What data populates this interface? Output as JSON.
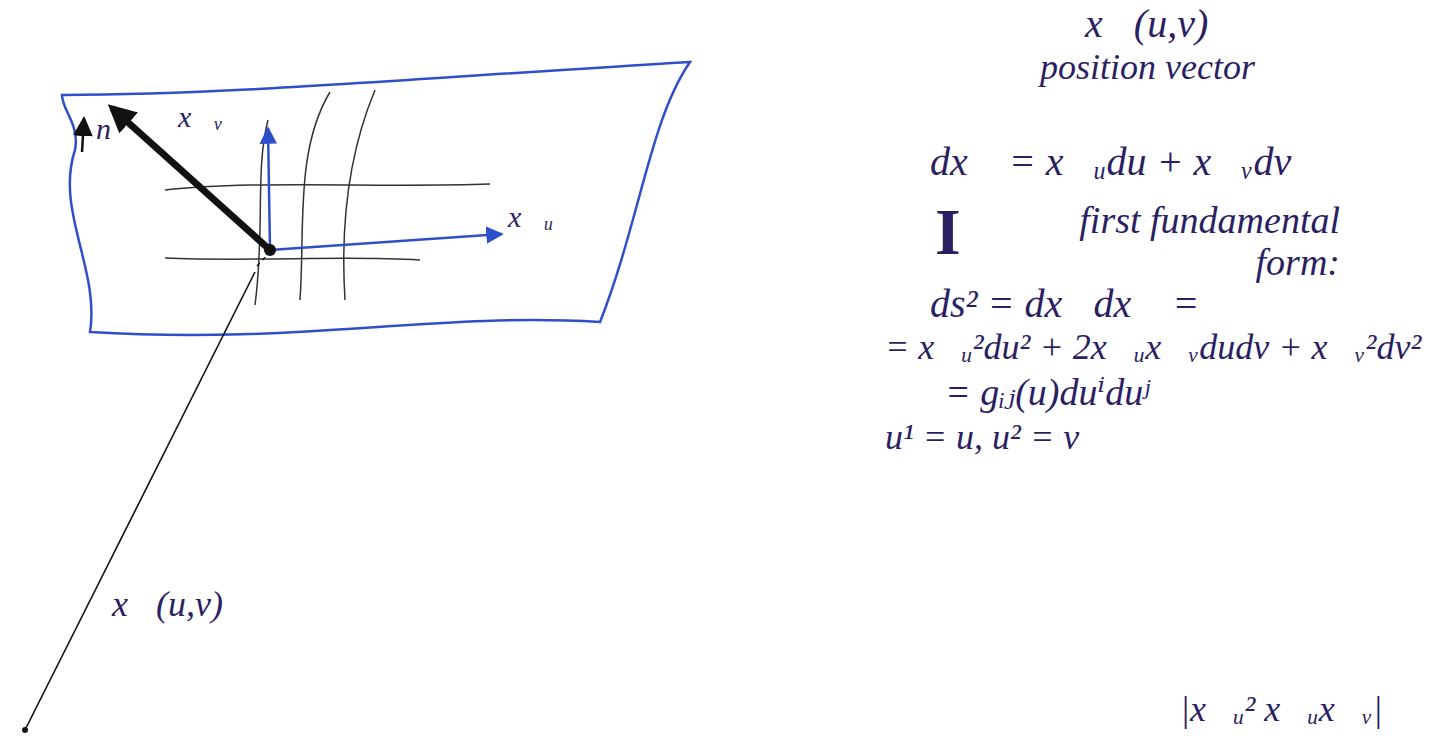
{
  "diagram": {
    "labels": [
      "x⃗(u,v)",
      "position vector",
      "dx⃗ = x⃗ᵤdu + x⃗ᵥdv",
      "I",
      "first fundamental form:",
      "ds² = dx⃗dx⃗ =",
      "= x⃗ᵤ²du² + 2x⃗ᵤx⃗ᵥdudv + x⃗ᵥ²dv²",
      "= gᵢⱼ(u)duⁱduʲ",
      "u¹ = u, u² = v",
      "x⃗ᵥ",
      "x⃗ᵤ",
      "n",
      "x⃗(u,v)",
      "|x⃗ᵤ²  x⃗ᵤx⃗ᵥ|"
    ]
  }
}
